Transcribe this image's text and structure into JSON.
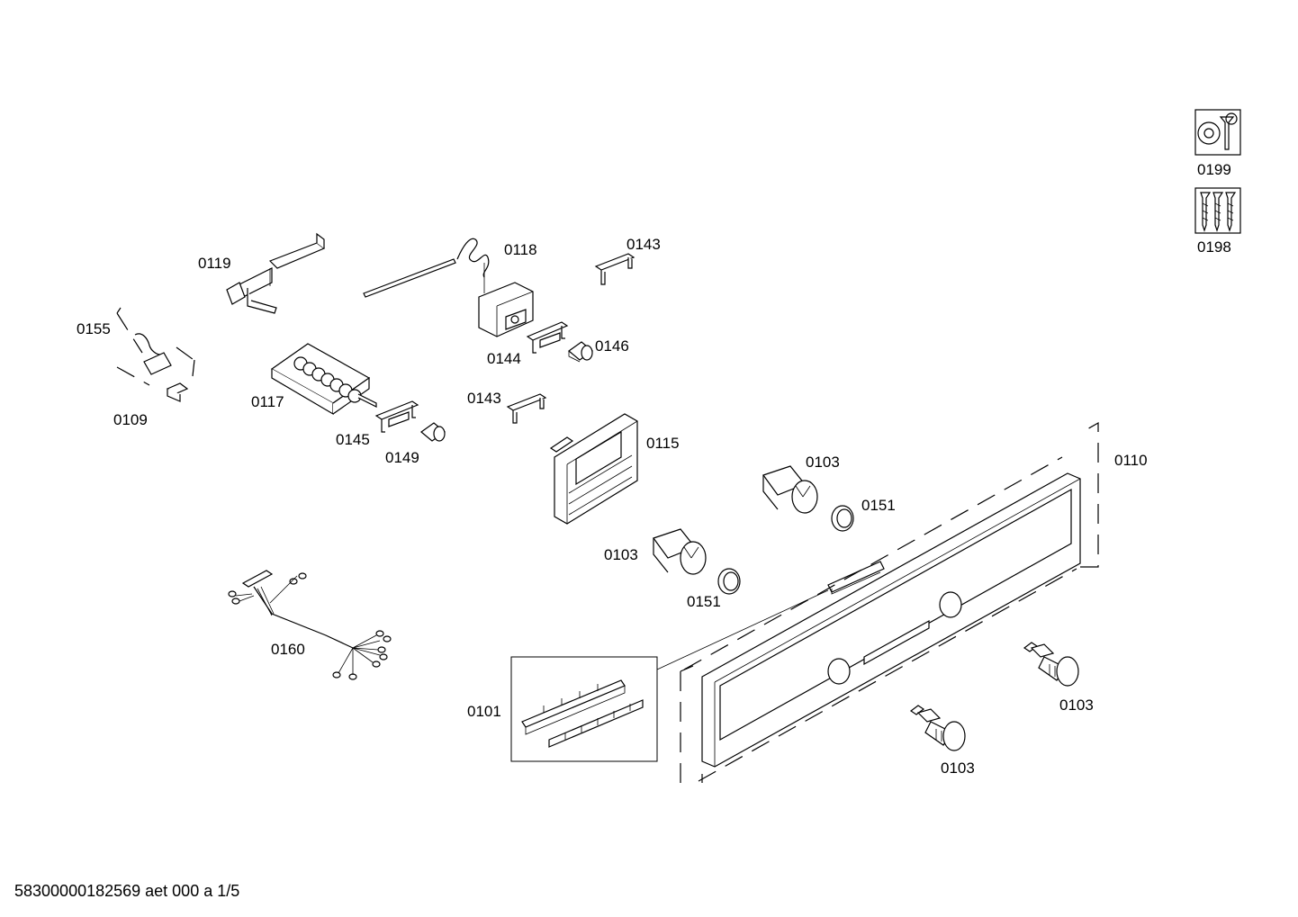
{
  "labels": {
    "p0199": "0199",
    "p0198": "0198",
    "p0119": "0119",
    "p0118": "0118",
    "p0143a": "0143",
    "p0155": "0155",
    "p0144": "0144",
    "p0146": "0146",
    "p0117": "0117",
    "p0109": "0109",
    "p0143b": "0143",
    "p0145": "0145",
    "p0149": "0149",
    "p0115": "0115",
    "p0110": "0110",
    "p0103a": "0103",
    "p0151a": "0151",
    "p0103b": "0103",
    "p0151b": "0151",
    "p0160": "0160",
    "p0101": "0101",
    "p0103c": "0103",
    "p0103d": "0103"
  },
  "footer": {
    "text": "58300000182569 aet 000 a 1/5"
  }
}
